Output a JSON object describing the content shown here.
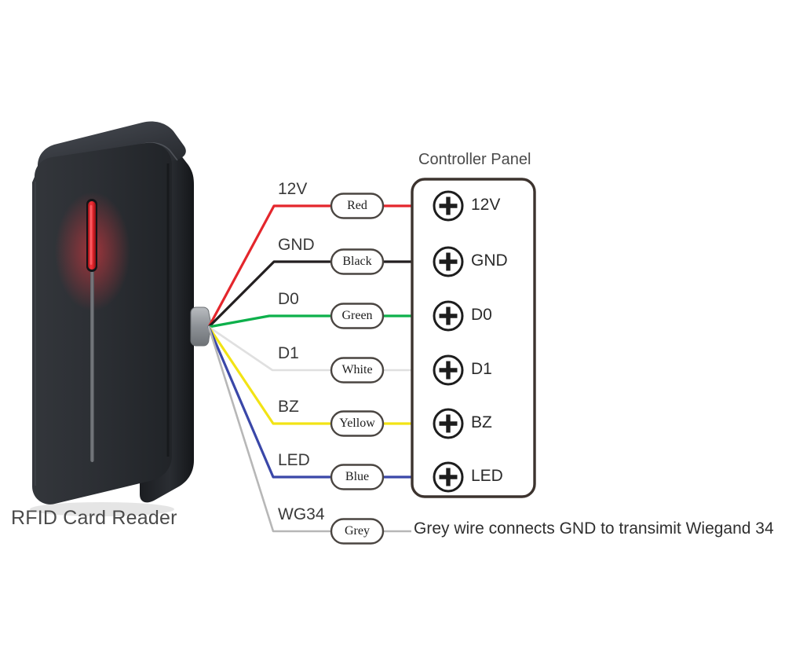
{
  "diagram": {
    "device_label": "RFID Card Reader",
    "panel_title": "Controller Panel",
    "note": "Grey wire connects GND to transimit Wiegand 34"
  },
  "colors": {
    "red": "#E4262C",
    "black": "#231f20",
    "green": "#0DB04B",
    "white": "#E6E6E6",
    "yellow": "#F2E315",
    "blue": "#3A47A8",
    "grey": "#B7B7B7",
    "panel_stroke": "#3C332E",
    "text_dark": "#3a3a3a",
    "label_text": "#4a4a4a",
    "device_body": "#2f3237",
    "device_led": "#E8272E"
  },
  "wires": [
    {
      "signal": "12V",
      "color_name": "Red",
      "color": "#E4262C",
      "terminal": "12V",
      "has_terminal": true
    },
    {
      "signal": "GND",
      "color_name": "Black",
      "color": "#231f20",
      "terminal": "GND",
      "has_terminal": true
    },
    {
      "signal": "D0",
      "color_name": "Green",
      "color": "#0DB04B",
      "terminal": "D0",
      "has_terminal": true
    },
    {
      "signal": "D1",
      "color_name": "White",
      "color": "#E0E0E0",
      "terminal": "D1",
      "has_terminal": true
    },
    {
      "signal": "BZ",
      "color_name": "Yellow",
      "color": "#F2E315",
      "terminal": "BZ",
      "has_terminal": true
    },
    {
      "signal": "LED",
      "color_name": "Blue",
      "color": "#3A47A8",
      "terminal": "LED",
      "has_terminal": true
    },
    {
      "signal": "WG34",
      "color_name": "Grey",
      "color": "#B7B7B7",
      "terminal": "",
      "has_terminal": false
    }
  ],
  "icons": {
    "terminal_screw": "screw-terminal-icon",
    "connector_boot": "cable-boot-icon"
  }
}
